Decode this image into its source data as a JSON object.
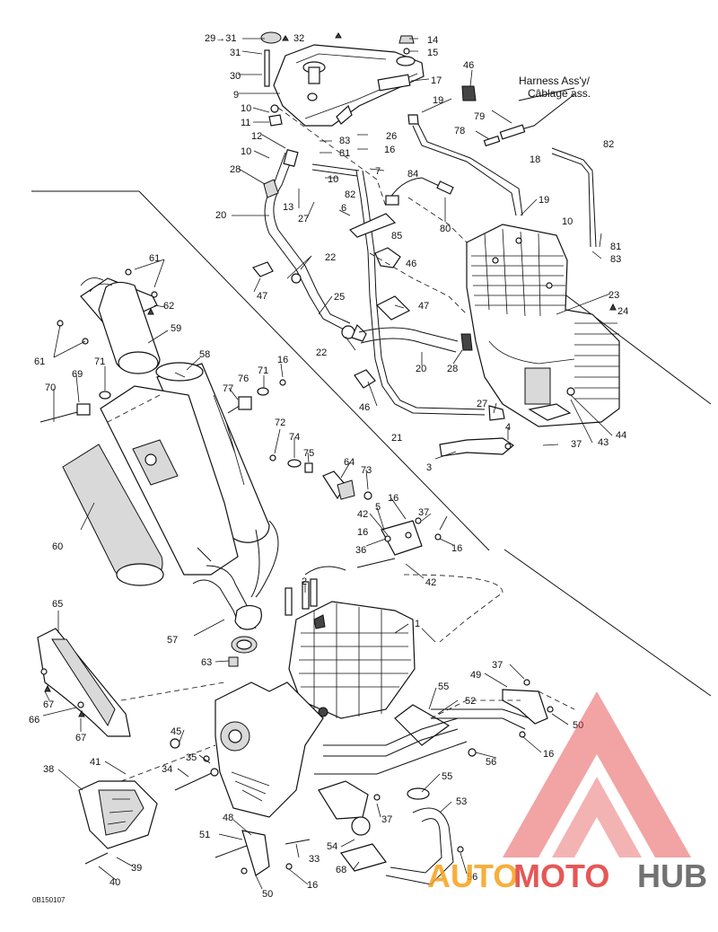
{
  "diagram": {
    "code": "0B150107",
    "harness_line1": "Harness Ass'y/",
    "harness_line2": "Câblage ass.",
    "callouts": {
      "c29": "29→31",
      "c31": "31",
      "c32": "32",
      "c30": "30",
      "c9": "9",
      "c14": "14",
      "c15": "15",
      "c17": "17",
      "c46a": "46",
      "c10a": "10",
      "c11": "11",
      "c12": "12",
      "c83a": "83",
      "c26": "26",
      "c81a": "81",
      "c16a": "16",
      "c19a": "19",
      "c79": "79",
      "c78": "78",
      "c82a": "82",
      "c18": "18",
      "c10b": "10",
      "c28a": "28",
      "c7": "7",
      "c84": "84",
      "c10c": "10",
      "c13": "13",
      "c82b": "82",
      "c20a": "20",
      "c27a": "27",
      "c6": "6",
      "c80": "80",
      "c19b": "19",
      "c10d": "10",
      "c81b": "81",
      "c83b": "83",
      "c85": "85",
      "c22a": "22",
      "c46b": "46",
      "c61a": "61",
      "c47a": "47",
      "c25": "25",
      "c62": "62",
      "c47b": "47",
      "c23": "23",
      "c24": "24",
      "c59": "59",
      "c22b": "22",
      "c61b": "61",
      "c58": "58",
      "c20b": "20",
      "c28b": "28",
      "c71a": "71",
      "c16b": "16",
      "c71b": "71",
      "c69": "69",
      "c76": "76",
      "c70": "70",
      "c77": "77",
      "c46c": "46",
      "c27b": "27",
      "c44": "44",
      "c72": "72",
      "c74": "74",
      "c21": "21",
      "c4": "4",
      "c37a": "37",
      "c43": "43",
      "c75": "75",
      "c3": "3",
      "c64": "64",
      "c73": "73",
      "c16c": "16",
      "c5": "5",
      "c37b": "37",
      "c42a": "42",
      "c16d": "16",
      "c60": "60",
      "c16e": "16",
      "c36": "36",
      "c2": "2",
      "c42b": "42",
      "c65": "65",
      "c1": "1",
      "c57": "57",
      "c63": "63",
      "c37c": "37",
      "c49": "49",
      "c55a": "55",
      "c52": "52",
      "c67a": "67",
      "c50a": "50",
      "c66": "66",
      "c67b": "67",
      "c45": "45",
      "c35": "35",
      "c16f": "16",
      "c56a": "56",
      "c38": "38",
      "c41": "41",
      "c34": "34",
      "c55b": "55",
      "c53": "53",
      "c37d": "37",
      "c48": "48",
      "c51": "51",
      "c54": "54",
      "c33": "33",
      "c68": "68",
      "c39": "39",
      "c56b": "56",
      "c40": "40",
      "c50b": "50",
      "c16g": "16"
    }
  },
  "watermark": {
    "part1": "AUTO",
    "part2": "MOTO",
    "part3": "HUB",
    "color_red": "#e23a3a",
    "color_orange": "#f6a21a",
    "color_gray": "#5a5a5a"
  }
}
